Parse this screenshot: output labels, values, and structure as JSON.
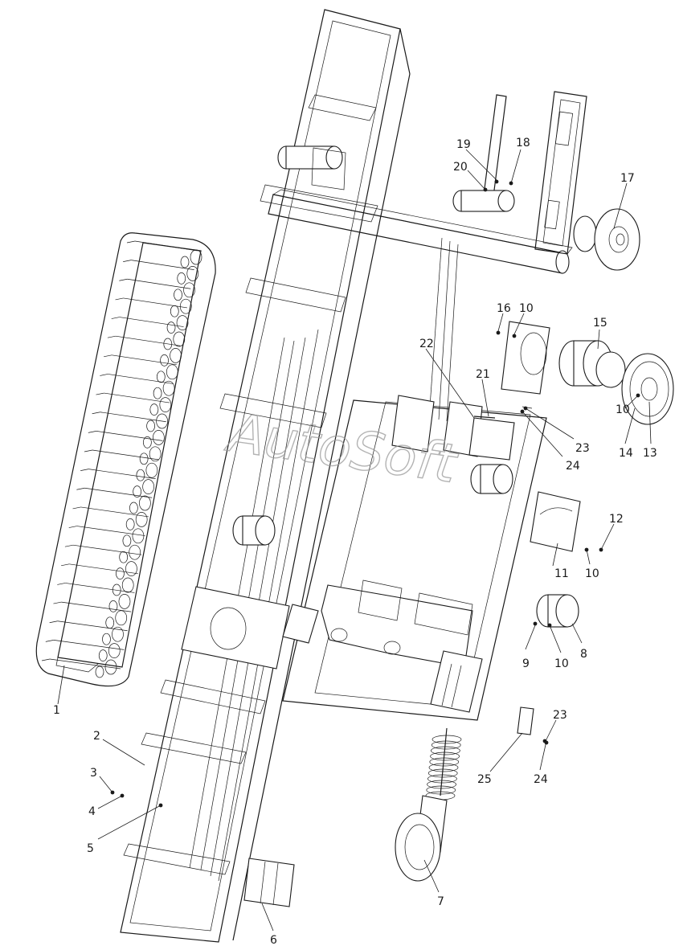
{
  "watermark": "AutoSoft",
  "callouts": [
    {
      "id": "c1",
      "label": "1"
    },
    {
      "id": "c2",
      "label": "2"
    },
    {
      "id": "c3",
      "label": "3"
    },
    {
      "id": "c4",
      "label": "4"
    },
    {
      "id": "c5",
      "label": "5"
    },
    {
      "id": "c6",
      "label": "6"
    },
    {
      "id": "c7",
      "label": "7"
    },
    {
      "id": "c8",
      "label": "8"
    },
    {
      "id": "c9",
      "label": "9"
    },
    {
      "id": "c10a",
      "label": "10"
    },
    {
      "id": "c10b",
      "label": "10"
    },
    {
      "id": "c10c",
      "label": "10"
    },
    {
      "id": "c10d",
      "label": "10"
    },
    {
      "id": "c11",
      "label": "11"
    },
    {
      "id": "c12",
      "label": "12"
    },
    {
      "id": "c13",
      "label": "13"
    },
    {
      "id": "c14",
      "label": "14"
    },
    {
      "id": "c15",
      "label": "15"
    },
    {
      "id": "c16",
      "label": "16"
    },
    {
      "id": "c17",
      "label": "17"
    },
    {
      "id": "c18",
      "label": "18"
    },
    {
      "id": "c19",
      "label": "19"
    },
    {
      "id": "c20",
      "label": "20"
    },
    {
      "id": "c21",
      "label": "21"
    },
    {
      "id": "c22",
      "label": "22"
    },
    {
      "id": "c23a",
      "label": "23"
    },
    {
      "id": "c23b",
      "label": "23"
    },
    {
      "id": "c24a",
      "label": "24"
    },
    {
      "id": "c24b",
      "label": "24"
    },
    {
      "id": "c25",
      "label": "25"
    }
  ]
}
